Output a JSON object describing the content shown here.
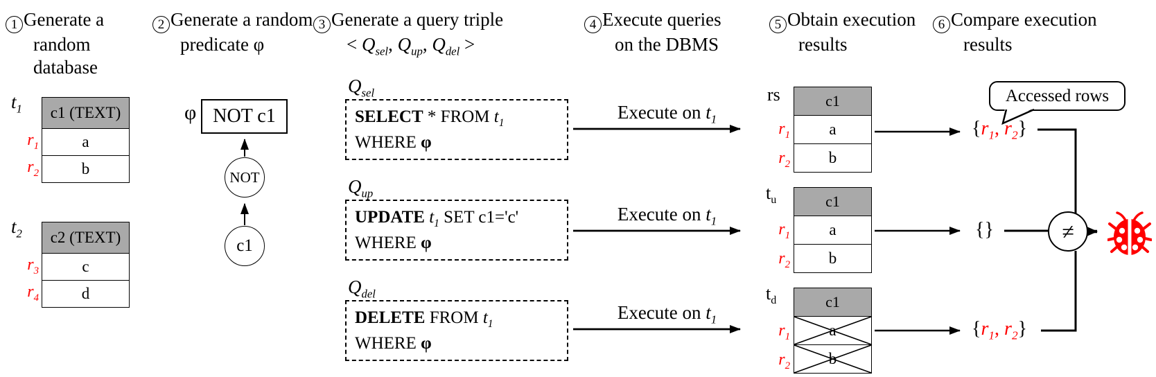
{
  "colors": {
    "red": "#ff0000",
    "table_header_bg": "#a9a9a9",
    "bug_red": "#ff0000",
    "line": "#000000"
  },
  "steps": [
    {
      "num": "1",
      "line1": [
        {
          "t": "Generate a"
        }
      ],
      "rest": [
        [
          {
            "t": "random"
          }
        ],
        [
          {
            "t": "database"
          }
        ]
      ]
    },
    {
      "num": "2",
      "line1": [
        {
          "t": "Generate a random"
        }
      ],
      "rest": [
        [
          {
            "t": "predicate φ"
          }
        ]
      ]
    },
    {
      "num": "3",
      "line1": [
        {
          "t": "Generate a query triple"
        }
      ],
      "rest": [
        [
          {
            "t": "< "
          },
          {
            "t": "Q",
            "i": true
          },
          {
            "t": "sel",
            "i": true,
            "sub": true
          },
          {
            "t": ", "
          },
          {
            "t": "Q",
            "i": true
          },
          {
            "t": "up",
            "i": true,
            "sub": true
          },
          {
            "t": ", "
          },
          {
            "t": "Q",
            "i": true
          },
          {
            "t": "del",
            "i": true,
            "sub": true
          },
          {
            "t": " >"
          }
        ]
      ]
    },
    {
      "num": "4",
      "line1": [
        {
          "t": "Execute queries"
        }
      ],
      "rest": [
        [
          {
            "t": "on the DBMS"
          }
        ]
      ]
    },
    {
      "num": "5",
      "line1": [
        {
          "t": "Obtain execution"
        }
      ],
      "rest": [
        [
          {
            "t": "results"
          }
        ]
      ]
    },
    {
      "num": "6",
      "line1": [
        {
          "t": "Compare execution"
        }
      ],
      "rest": [
        [
          {
            "t": "results"
          }
        ]
      ]
    }
  ],
  "db_tables": [
    {
      "label": [
        {
          "t": "t",
          "i": true
        },
        {
          "t": "1",
          "i": true,
          "sub": true
        }
      ],
      "header": "c1 (TEXT)",
      "rows": [
        {
          "label": [
            {
              "t": "r",
              "i": true,
              "red": true
            },
            {
              "t": "1",
              "i": true,
              "sub": true,
              "red": true
            }
          ],
          "value": "a",
          "crossed": false
        },
        {
          "label": [
            {
              "t": "r",
              "i": true,
              "red": true
            },
            {
              "t": "2",
              "i": true,
              "sub": true,
              "red": true
            }
          ],
          "value": "b",
          "crossed": false
        }
      ]
    },
    {
      "label": [
        {
          "t": "t",
          "i": true
        },
        {
          "t": "2",
          "i": true,
          "sub": true
        }
      ],
      "header": "c2 (TEXT)",
      "rows": [
        {
          "label": [
            {
              "t": "r",
              "i": true,
              "red": true
            },
            {
              "t": "3",
              "i": true,
              "sub": true,
              "red": true
            }
          ],
          "value": "c",
          "crossed": false
        },
        {
          "label": [
            {
              "t": "r",
              "i": true,
              "red": true
            },
            {
              "t": "4",
              "i": true,
              "sub": true,
              "red": true
            }
          ],
          "value": "d",
          "crossed": false
        }
      ]
    }
  ],
  "predicate": {
    "phi": "φ",
    "root_box": "NOT c1",
    "nodes": [
      {
        "label": "NOT"
      },
      {
        "label": "c1"
      }
    ]
  },
  "queries": [
    {
      "label": [
        {
          "t": "Q",
          "i": true
        },
        {
          "t": "sel",
          "i": true,
          "sub": true
        }
      ],
      "line1": [
        {
          "t": "SELECT",
          "b": true
        },
        {
          "t": " * FROM "
        },
        {
          "t": "t",
          "i": true
        },
        {
          "t": "1",
          "i": true,
          "sub": true
        }
      ],
      "line2": [
        {
          "t": "WHERE "
        },
        {
          "t": "φ",
          "b": true
        }
      ]
    },
    {
      "label": [
        {
          "t": "Q",
          "i": true
        },
        {
          "t": "up",
          "i": true,
          "sub": true
        }
      ],
      "line1": [
        {
          "t": "UPDATE",
          "b": true
        },
        {
          "t": " "
        },
        {
          "t": "t",
          "i": true
        },
        {
          "t": "1",
          "i": true,
          "sub": true
        },
        {
          "t": " SET c1='c'"
        }
      ],
      "line2": [
        {
          "t": "WHERE "
        },
        {
          "t": "φ",
          "b": true
        }
      ]
    },
    {
      "label": [
        {
          "t": "Q",
          "i": true
        },
        {
          "t": "del",
          "i": true,
          "sub": true
        }
      ],
      "line1": [
        {
          "t": "DELETE",
          "b": true
        },
        {
          "t": " FROM "
        },
        {
          "t": "t",
          "i": true
        },
        {
          "t": "1",
          "i": true,
          "sub": true
        }
      ],
      "line2": [
        {
          "t": "WHERE "
        },
        {
          "t": "φ",
          "b": true
        }
      ]
    }
  ],
  "execute_label": [
    {
      "t": "Execute on "
    },
    {
      "t": "t",
      "i": true
    },
    {
      "t": "1",
      "i": true,
      "sub": true
    }
  ],
  "result_tables": [
    {
      "label": [
        {
          "t": "rs"
        }
      ],
      "header": "c1",
      "rows": [
        {
          "label": [
            {
              "t": "r",
              "i": true,
              "red": true
            },
            {
              "t": "1",
              "i": true,
              "sub": true,
              "red": true
            }
          ],
          "value": "a",
          "crossed": false
        },
        {
          "label": [
            {
              "t": "r",
              "i": true,
              "red": true
            },
            {
              "t": "2",
              "i": true,
              "sub": true,
              "red": true
            }
          ],
          "value": "b",
          "crossed": false
        }
      ]
    },
    {
      "label": [
        {
          "t": "t"
        },
        {
          "t": "u",
          "sub": true
        }
      ],
      "header": "c1",
      "rows": [
        {
          "label": [
            {
              "t": "r",
              "i": true,
              "red": true
            },
            {
              "t": "1",
              "i": true,
              "sub": true,
              "red": true
            }
          ],
          "value": "a",
          "crossed": false
        },
        {
          "label": [
            {
              "t": "r",
              "i": true,
              "red": true
            },
            {
              "t": "2",
              "i": true,
              "sub": true,
              "red": true
            }
          ],
          "value": "b",
          "crossed": false
        }
      ]
    },
    {
      "label": [
        {
          "t": "t"
        },
        {
          "t": "d",
          "sub": true
        }
      ],
      "header": "c1",
      "rows": [
        {
          "label": [
            {
              "t": "r",
              "i": true,
              "red": true
            },
            {
              "t": "1",
              "i": true,
              "sub": true,
              "red": true
            }
          ],
          "value": "a",
          "crossed": true
        },
        {
          "label": [
            {
              "t": "r",
              "i": true,
              "red": true
            },
            {
              "t": "2",
              "i": true,
              "sub": true,
              "red": true
            }
          ],
          "value": "b",
          "crossed": true
        }
      ]
    }
  ],
  "comparison": {
    "bubble_label": "Accessed rows",
    "sets": [
      [
        {
          "t": "{"
        },
        {
          "t": "r",
          "i": true,
          "red": true
        },
        {
          "t": "1",
          "i": true,
          "sub": true,
          "red": true
        },
        {
          "t": ", ",
          "red": true
        },
        {
          "t": "r",
          "i": true,
          "red": true
        },
        {
          "t": "2",
          "i": true,
          "sub": true,
          "red": true
        },
        {
          "t": "}"
        }
      ],
      [
        {
          "t": "{}"
        }
      ],
      [
        {
          "t": "{"
        },
        {
          "t": "r",
          "i": true,
          "red": true
        },
        {
          "t": "1",
          "i": true,
          "sub": true,
          "red": true
        },
        {
          "t": ", ",
          "red": true
        },
        {
          "t": "r",
          "i": true,
          "red": true
        },
        {
          "t": "2",
          "i": true,
          "sub": true,
          "red": true
        },
        {
          "t": "}"
        }
      ]
    ],
    "neq": "≠",
    "bug_icon": "ladybug"
  }
}
